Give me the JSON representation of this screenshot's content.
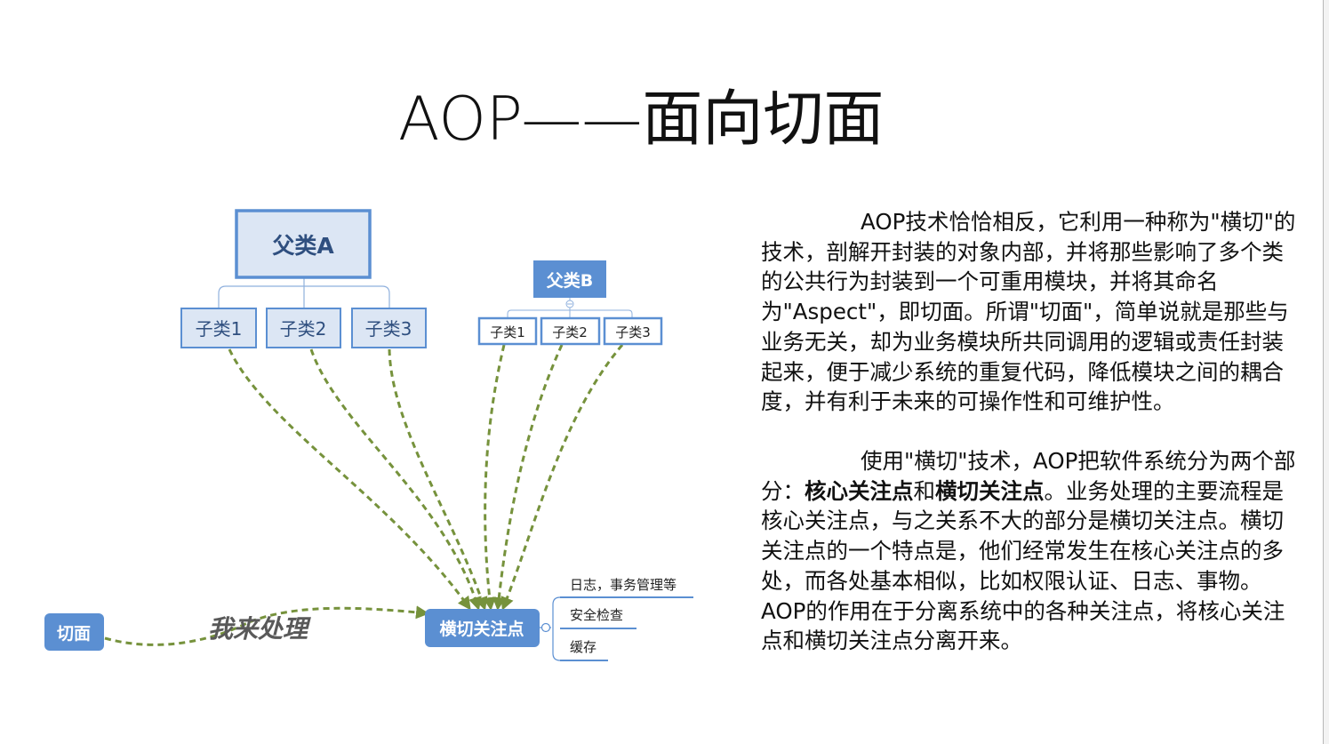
{
  "slide": {
    "title": "AOP——面向切面",
    "paragraph1": "AOP技术恰恰相反，它利用一种称为\"横切\"的技术，剖解开封装的对象内部，并将那些影响了多个类的公共行为封装到一个可重用模块，并将其命名为\"Aspect\"，即切面。所谓\"切面\"，简单说就是那些与业务无关，却为业务模块所共同调用的逻辑或责任封装起来，便于减少系统的重复代码，降低模块之间的耦合度，并有利于未来的可操作性和可维护性。",
    "paragraph2_part1": "使用\"横切\"技术，AOP把软件系统分为两个部分：",
    "paragraph2_bold1": "核心关注点",
    "paragraph2_and": "和",
    "paragraph2_bold2": "横切关注点",
    "paragraph2_part2": "。业务处理的主要流程是核心关注点，与之关系不大的部分是横切关注点。横切关注点的一个特点是，他们经常发生在核心关注点的多处，而各处基本相似，比如权限认证、日志、事物。AOP的作用在于分离系统中的各种关注点，将核心关注点和横切关注点分离开来。"
  },
  "diagram": {
    "parent_a": "父类A",
    "parent_a_children": [
      "子类1",
      "子类2",
      "子类3"
    ],
    "parent_b": "父类B",
    "parent_b_children": [
      "子类1",
      "子类2",
      "子类3"
    ],
    "aspect": "切面",
    "handler_label": "我来处理",
    "crosscut": "横切关注点",
    "crosscut_items": [
      "日志，事务管理等",
      "安全检查",
      "缓存"
    ]
  },
  "colors": {
    "node_blue": "#5b8fd2",
    "node_light": "#dce6f4",
    "node_border": "#5b8fd2",
    "arrow_green": "#76923c",
    "label_gray": "#595959"
  }
}
